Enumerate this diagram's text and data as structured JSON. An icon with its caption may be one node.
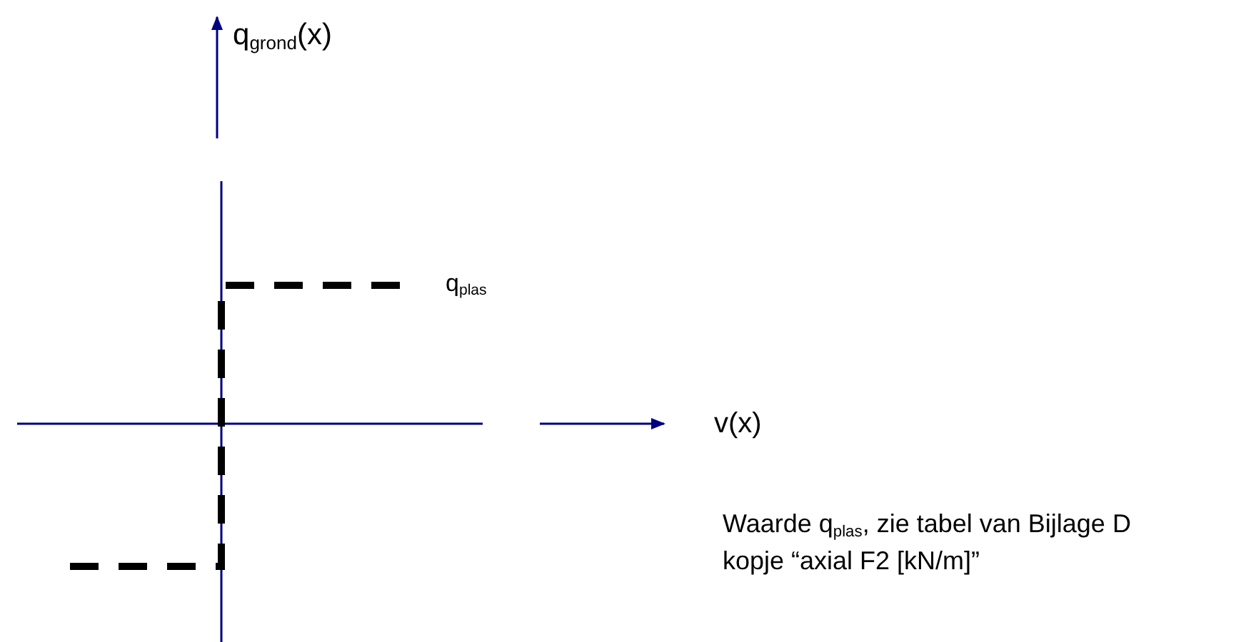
{
  "diagram": {
    "labels": [
      "q$_{grond}$(x)",
      "q$_{plas}$",
      "v(x)",
      "Waarde q$_{plas}$, zie tabel van Bijlage D kopje “axial F2 [kN/m]”"
    ]
  }
}
